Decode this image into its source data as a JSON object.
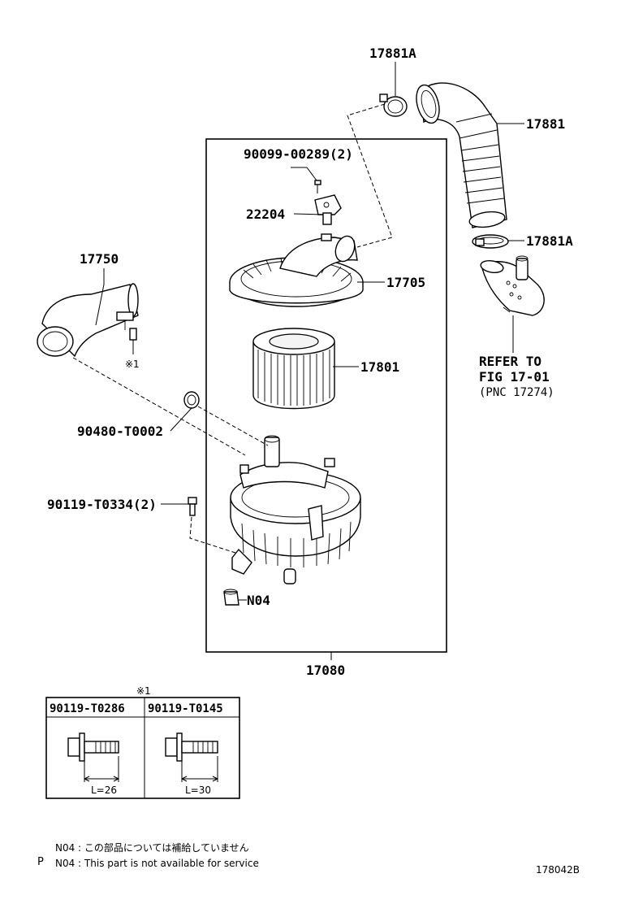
{
  "labels": {
    "clamp_top": "17881A",
    "hose": "17881",
    "clamp_bottom": "17881A",
    "screw": "90099-00289(2)",
    "sensor": "22204",
    "cap": "17705",
    "inlet_duct": "17750",
    "element": "17801",
    "grommet": "90480-T0002",
    "bolt": "90119-T0334(2)",
    "n04": "N04",
    "assembly": "17080",
    "refer_line1": "REFER TO",
    "refer_line2": "FIG 17-01",
    "refer_line3": "(PNC 17274)",
    "ref_mark_duct": "※1",
    "ref_mark_table": "※1",
    "figure_number": "178042B"
  },
  "bolt_table": {
    "columns": [
      {
        "part_number": "90119-T0286",
        "length": "L=26"
      },
      {
        "part_number": "90119-T0145",
        "length": "L=30"
      }
    ]
  },
  "notes": {
    "prefix": "P",
    "jp": "N04 : この部品については補給していません",
    "en": "N04 : This part is not available for service"
  }
}
